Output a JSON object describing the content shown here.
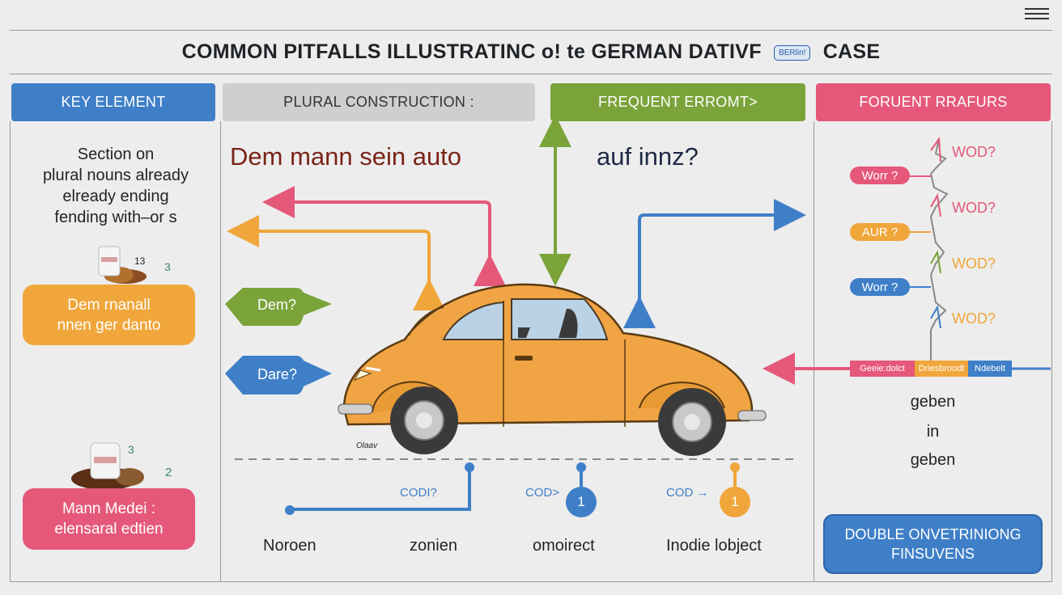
{
  "title": {
    "text": "COMMON PITFALLS ILLUSTRATINC o! te GERMAN DATIVF",
    "stamp": "BERlin!",
    "suffix": "CASE"
  },
  "colors": {
    "blue": "#3f7fc8",
    "gray": "#cfcfcf",
    "green": "#7aa33a",
    "pink": "#e5587a",
    "orange": "#f0a63a",
    "car": "#f0a443"
  },
  "headers": [
    {
      "label": "KEY ELEMENT",
      "color": "#3f7fc8"
    },
    {
      "label": "PLURAL CONSTRUCTION :",
      "color": "#cfcfcf"
    },
    {
      "label": "FREQUENT ERROMT>",
      "color": "#7aa33a"
    },
    {
      "label": "FORUENT RRAFURS",
      "color": "#e5587a"
    }
  ],
  "left": {
    "section_text": [
      "Section on",
      "plural nouns already",
      "elready ending",
      "fending with–or s"
    ],
    "num1": "13",
    "num2": "3",
    "pill1": [
      "Dem rnanall",
      "nnen ger danto"
    ],
    "num3": "3",
    "num4": "2",
    "pill2": [
      "Mann Medei :",
      "elensaral edtien"
    ]
  },
  "center": {
    "phrase1": "Dem mann sein auto",
    "phrase2": "auf innz?",
    "tag1": "Dem?",
    "tag2": "Dare?",
    "car_sig": "Olaav",
    "cod1": "CODI?",
    "cod2": "COD>",
    "cod3": "COD →",
    "circle1": "1",
    "circle2": "1",
    "bottom_labels": [
      "Noroen",
      "zonien",
      "omoirect",
      "Inodie lobject"
    ]
  },
  "right": {
    "wod_labels": [
      "WOD?",
      "WOD?",
      "WOD?",
      "WOD?"
    ],
    "bubbles": [
      {
        "text": "Worr ?",
        "color": "#e5587a"
      },
      {
        "text": "AUR ?",
        "color": "#f0a63a"
      },
      {
        "text": "Worr ?",
        "color": "#3f7fc8"
      }
    ],
    "tags": [
      {
        "text": "Geeie:dolct",
        "color": "#e5587a"
      },
      {
        "text": "Driesbroodt",
        "color": "#f0a63a"
      },
      {
        "text": "Ndebelt",
        "color": "#3f7fc8"
      }
    ],
    "words": [
      "geben",
      "in",
      "geben"
    ],
    "button": [
      "DOUBLE ONVETRINIONG",
      "FINSUVENS"
    ]
  }
}
